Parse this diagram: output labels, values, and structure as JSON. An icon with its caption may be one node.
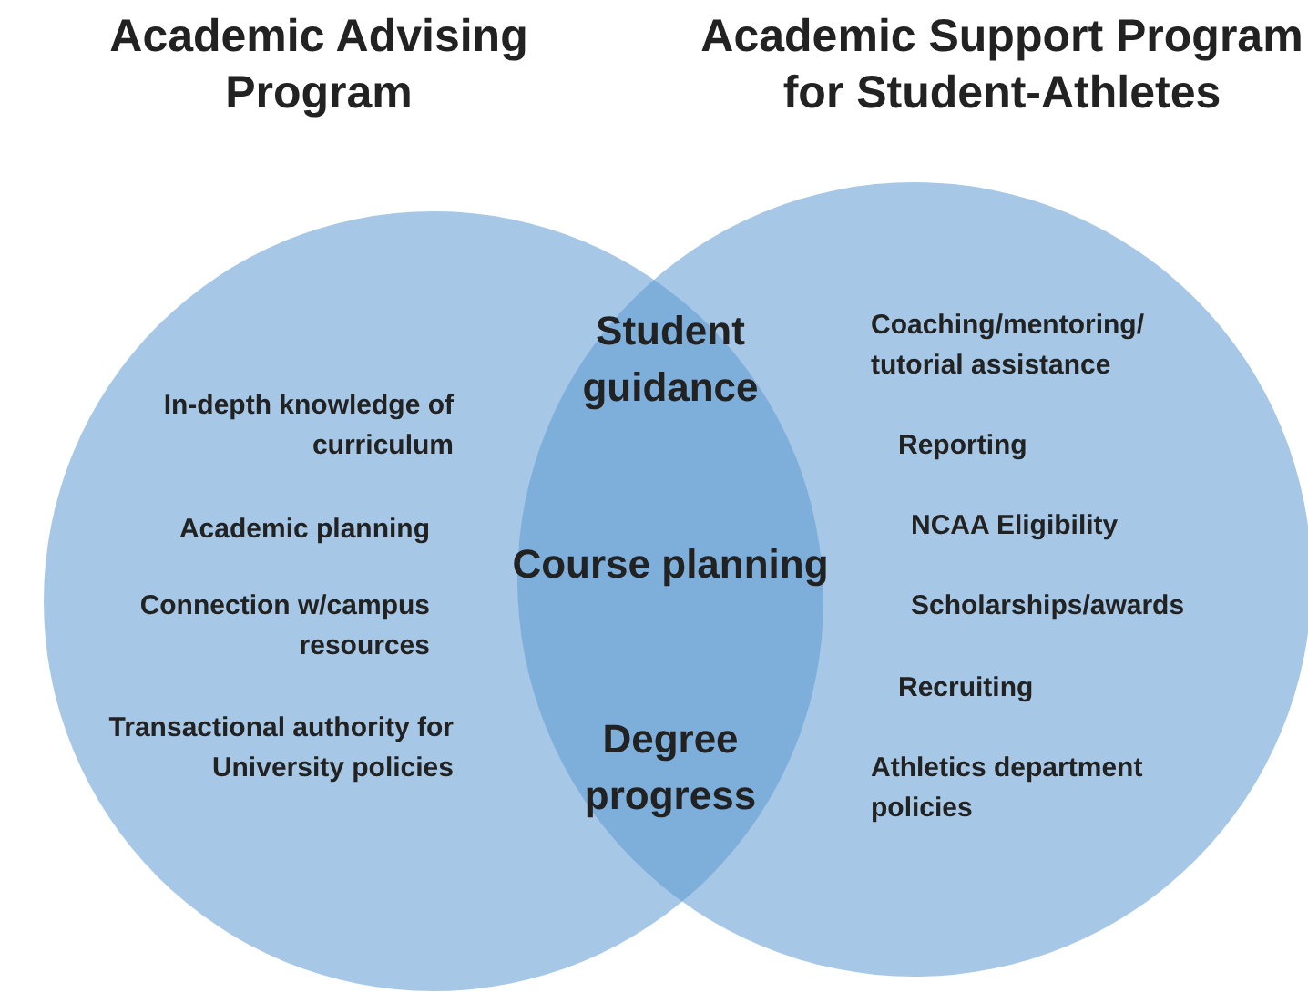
{
  "diagram": {
    "nodes": [
      {
        "text": [
          "Academic Advising Program"
        ]
      },
      {
        "text": [
          "Academic Support Program for Student-Athletes"
        ]
      }
    ],
    "edges": [],
    "labels": [
      "In-depth knowledge of curriculum",
      "Academic planning",
      "Connection w/campus resources",
      "Transactional authority for University policies",
      "Student guidance",
      "Course planning",
      "Degree progress",
      "Coaching/mentoring/ tutorial assistance",
      "Reporting",
      "NCAA Eligibility",
      "Scholarships/awards",
      "Recruiting",
      "Athletics department policies"
    ]
  }
}
